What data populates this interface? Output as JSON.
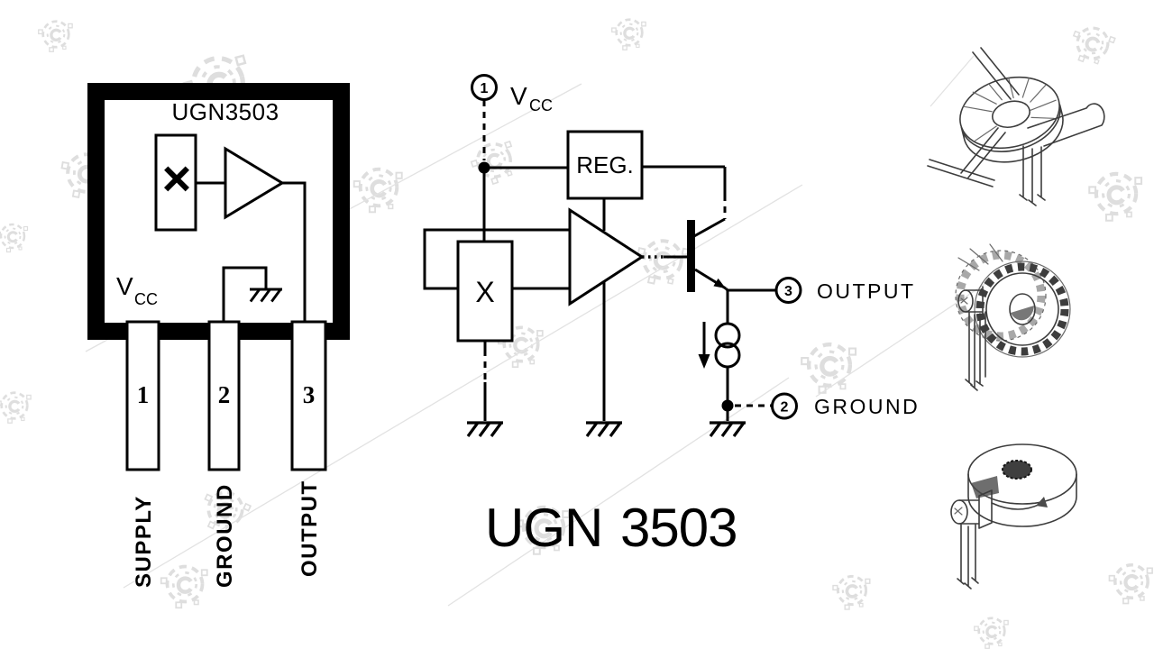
{
  "page": {
    "background": "#ffffff",
    "ink_color": "#000000",
    "watermark_color": "#c4c4c4"
  },
  "package_diagram": {
    "title": "UGN3503",
    "hall_symbol": "×",
    "vcc_label": {
      "main": "V",
      "sub": "CC"
    },
    "pins": [
      {
        "number": "1",
        "label": "SUPPLY"
      },
      {
        "number": "2",
        "label": "GROUND"
      },
      {
        "number": "3",
        "label": "OUTPUT"
      }
    ]
  },
  "schematic": {
    "regulator_label": "REG.",
    "hall_symbol": "X",
    "terminals": {
      "vcc": {
        "pin": "1",
        "label_main": "V",
        "label_sub": "CC"
      },
      "output": {
        "pin": "3",
        "label": "OUTPUT"
      },
      "ground": {
        "pin": "2",
        "label": "GROUND"
      }
    }
  },
  "part_number": {
    "prefix": "UGN",
    "number": "3503"
  }
}
